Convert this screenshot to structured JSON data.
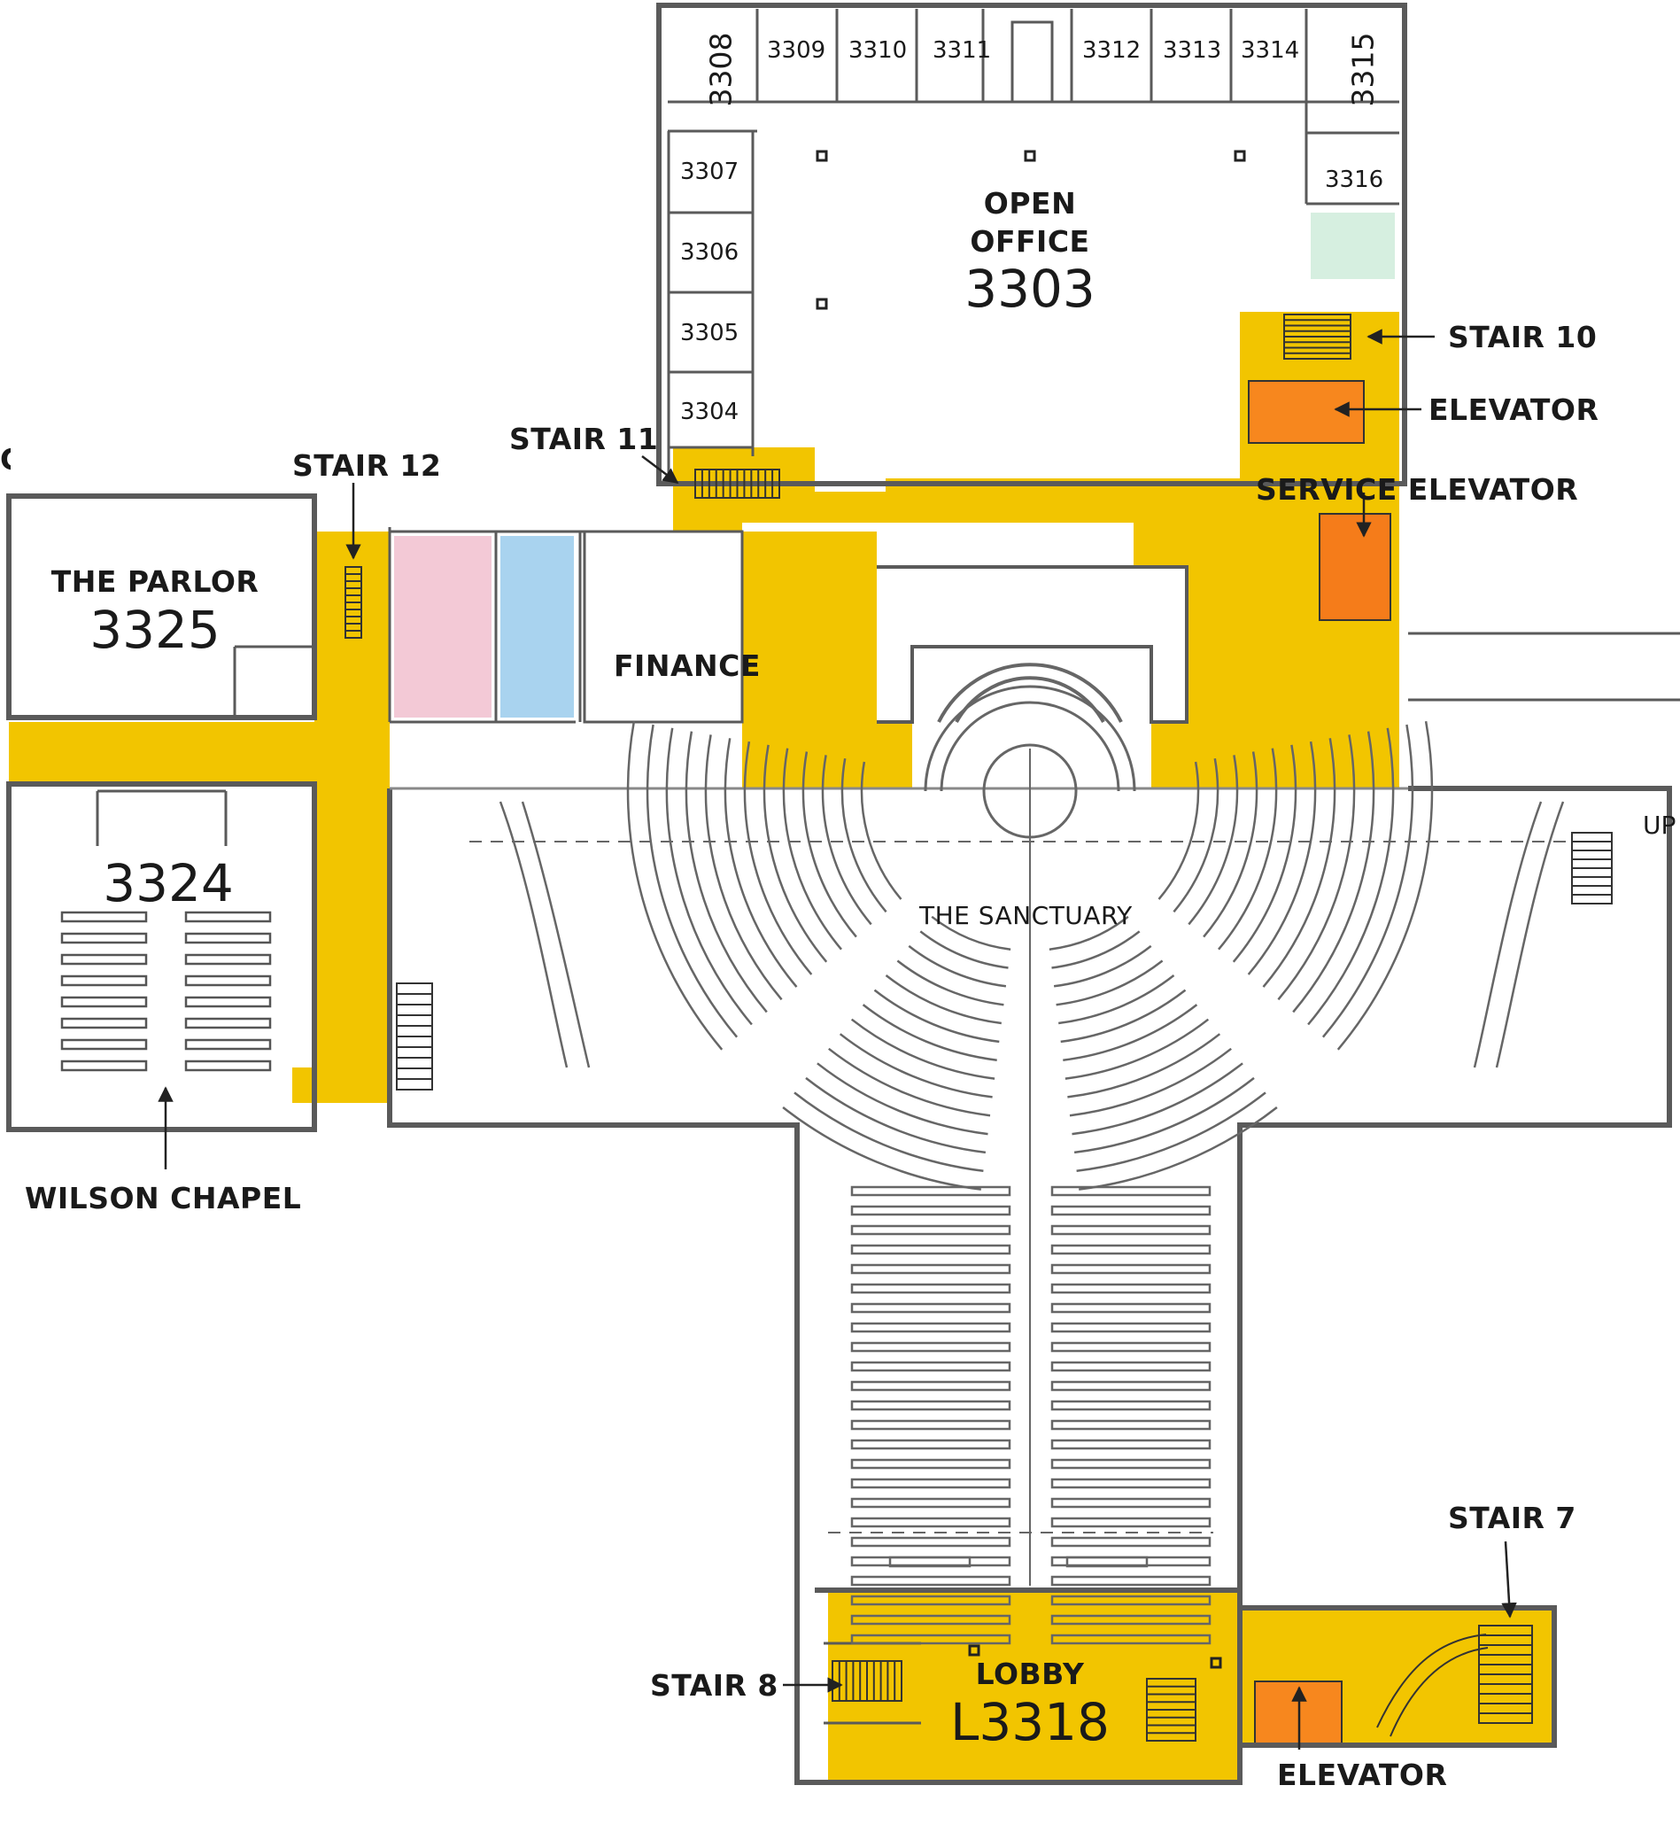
{
  "colors": {
    "circulation": "#f2c500",
    "elevator": "#f7871e",
    "service_elevator": "#f57c1a",
    "womens_restroom": "#f3c9d6",
    "mens_restroom": "#a9d3ef",
    "accessible_restroom": "#d6efe0",
    "wall": "#5a5a5a",
    "background": "#ffffff"
  },
  "rooms": {
    "r3308": "3308",
    "r3309": "3309",
    "r3310": "3310",
    "r3311": "3311",
    "r3312": "3312",
    "r3313": "3313",
    "r3314": "3314",
    "r3315": "3315",
    "r3307": "3307",
    "r3306": "3306",
    "r3305": "3305",
    "r3304": "3304",
    "r3316": "3316",
    "open_office_name_1": "OPEN",
    "open_office_name_2": "OFFICE",
    "open_office_number": "3303",
    "parlor_name": "THE PARLOR",
    "parlor_number": "3325",
    "finance": "FINANCE",
    "chapel_number": "3324",
    "chapel_name": "WILSON CHAPEL",
    "sanctuary": "THE SANCTUARY",
    "lobby_name": "LOBBY",
    "lobby_number": "L3318"
  },
  "callouts": {
    "stair10": "STAIR 10",
    "elevator_north": "ELEVATOR",
    "service_elevator": "SERVICE ELEVATOR",
    "stair11": "STAIR 11",
    "stair12": "STAIR 12",
    "stair7": "STAIR 7",
    "stair8": "STAIR 8",
    "elevator_south": "ELEVATOR",
    "up": "UP",
    "edge_fragment": "G"
  }
}
